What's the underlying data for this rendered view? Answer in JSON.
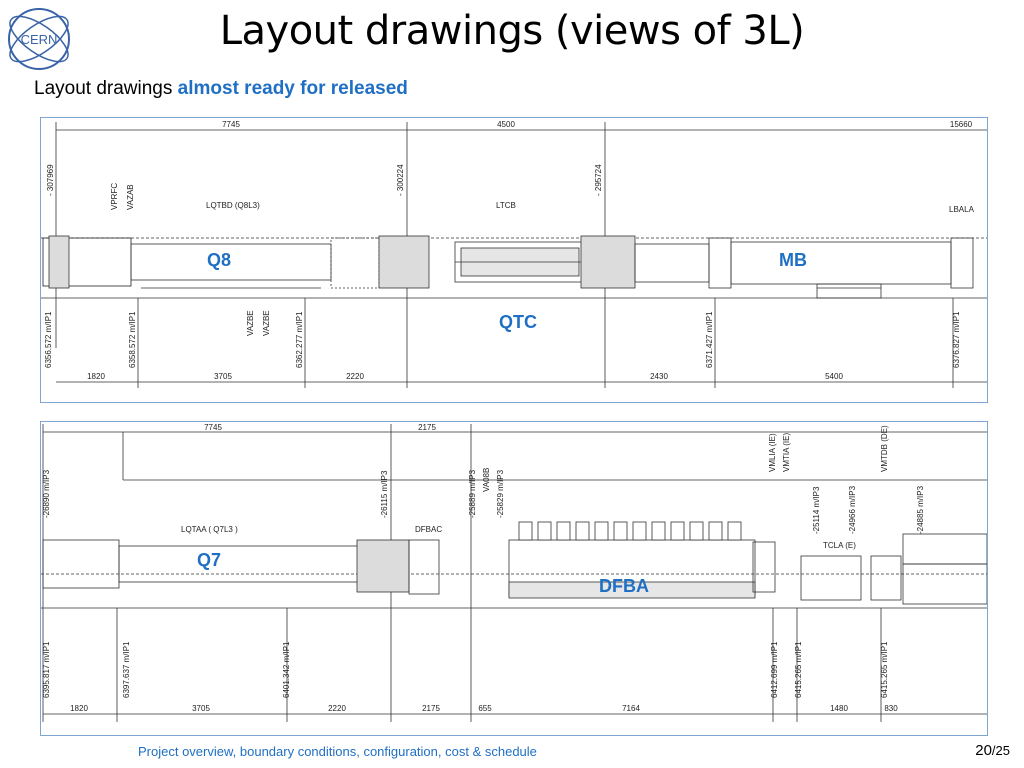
{
  "logo": {
    "text": "CERN"
  },
  "title": "Layout drawings (views of 3L)",
  "subtitle": {
    "prefix": "Layout drawings ",
    "highlight": "almost ready for released"
  },
  "top_drawing": {
    "top_dims": [
      "7745",
      "4500",
      "15660"
    ],
    "bottom_dims": [
      "1820",
      "3705",
      "2220",
      "2430",
      "5400"
    ],
    "left_vertical": [
      "- 307969",
      "- 300224",
      "- 295724"
    ],
    "elements": [
      "LQTBD (Q8L3)",
      "LTCB",
      "LBALA"
    ],
    "vert_small": [
      "VPRFC",
      "VAZAB",
      "VAZBE",
      "VAZBE"
    ],
    "bottom_vertical": [
      "6356.572 m/IP1",
      "6358.572 m/IP1",
      "6362.277 m/IP1",
      "6371.427 m/IP1",
      "6376.827 m/IP1"
    ],
    "labels": {
      "q8": "Q8",
      "mb": "MB",
      "qtc": "QTC"
    }
  },
  "bottom_drawing": {
    "top_dims": [
      "7745",
      "2175"
    ],
    "bottom_dims": [
      "1820",
      "3705",
      "2220",
      "2175",
      "655",
      "7164",
      "1480",
      "830"
    ],
    "elements": [
      "LQTAA ( Q7L3 )",
      "DFBAC",
      "TCLA (E)"
    ],
    "top_vertical": [
      "-26890 m/IP3",
      "-26115 m/IP3",
      "-25889 m/IP3",
      "-25829 m/IP3",
      "-25114 m/IP3",
      "-24966 m/IP3",
      "-24885 m/IP3"
    ],
    "top_small": [
      "VA08B",
      "VMLIA (IE)",
      "VMTIA (IE)",
      "VMTDB (DE)"
    ],
    "bottom_vertical": [
      "6395.817 m/IP1",
      "6397.637 m/IP1",
      "6401.342 m/IP1",
      "6412.699 m/IP1",
      "6415.265 m/IP1",
      "6415.265 m/IP1"
    ],
    "labels": {
      "q7": "Q7",
      "dfba": "DFBA"
    }
  },
  "footer": "Project overview, boundary conditions, configuration, cost & schedule",
  "page": {
    "current": "20",
    "total": "/25"
  },
  "colors": {
    "accent": "#1f6fc4",
    "border": "#7fa6d0"
  }
}
